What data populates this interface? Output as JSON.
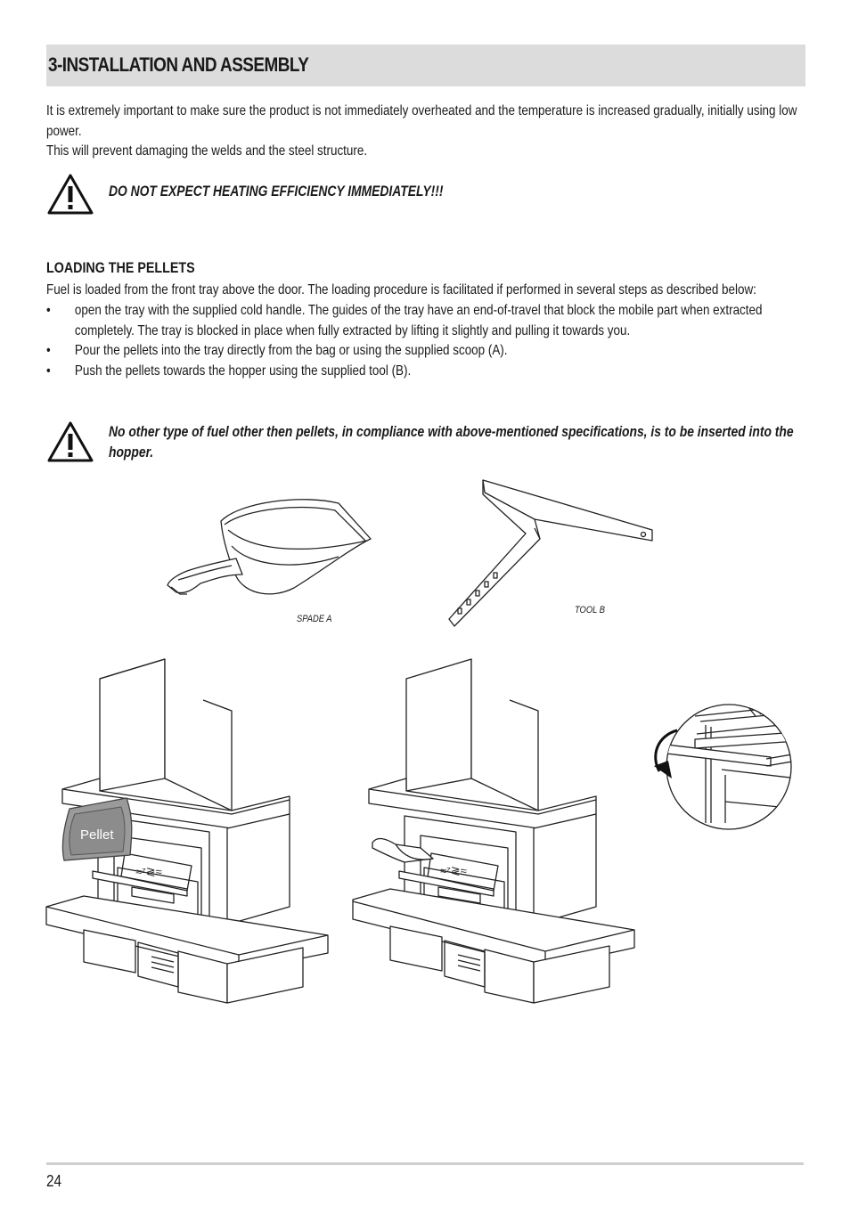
{
  "section": {
    "title": "3-INSTALLATION AND ASSEMBLY"
  },
  "intro": {
    "line1": "It is extremely important to make sure the product is not immediately overheated and the temperature is increased gradually, initially using low power.",
    "line2": "This will prevent damaging the welds and the steel structure."
  },
  "warning1": {
    "icon": "warning-triangle-icon",
    "text": "DO NOT EXPECT HEATING EFFICIENCY IMMEDIATELY!!!"
  },
  "loading": {
    "heading": "LOADING THE PELLETS",
    "intro": "Fuel is loaded from the front tray above the door. The loading procedure is facilitated if performed in several steps as described below:",
    "bullets": [
      "open the tray with the supplied cold handle. The guides of the tray have an end-of-travel that block the mobile part when extracted completely. The tray is blocked in place when fully extracted by lifting it slightly and pulling it towards you.",
      "Pour the pellets into the tray directly from the bag or using the supplied scoop (A).",
      "Push the pellets towards the hopper using the supplied tool (B)."
    ],
    "bullet_symbol": "•"
  },
  "warning2": {
    "icon": "warning-triangle-icon",
    "text": "No other type of fuel other then pellets, in compliance with above-mentioned specifications, is to be inserted into the hopper."
  },
  "figures": {
    "spade_label": "SPADE A",
    "tool_label": "TOOL B",
    "bag_label": "Pellet"
  },
  "footer": {
    "page_number": "24"
  }
}
